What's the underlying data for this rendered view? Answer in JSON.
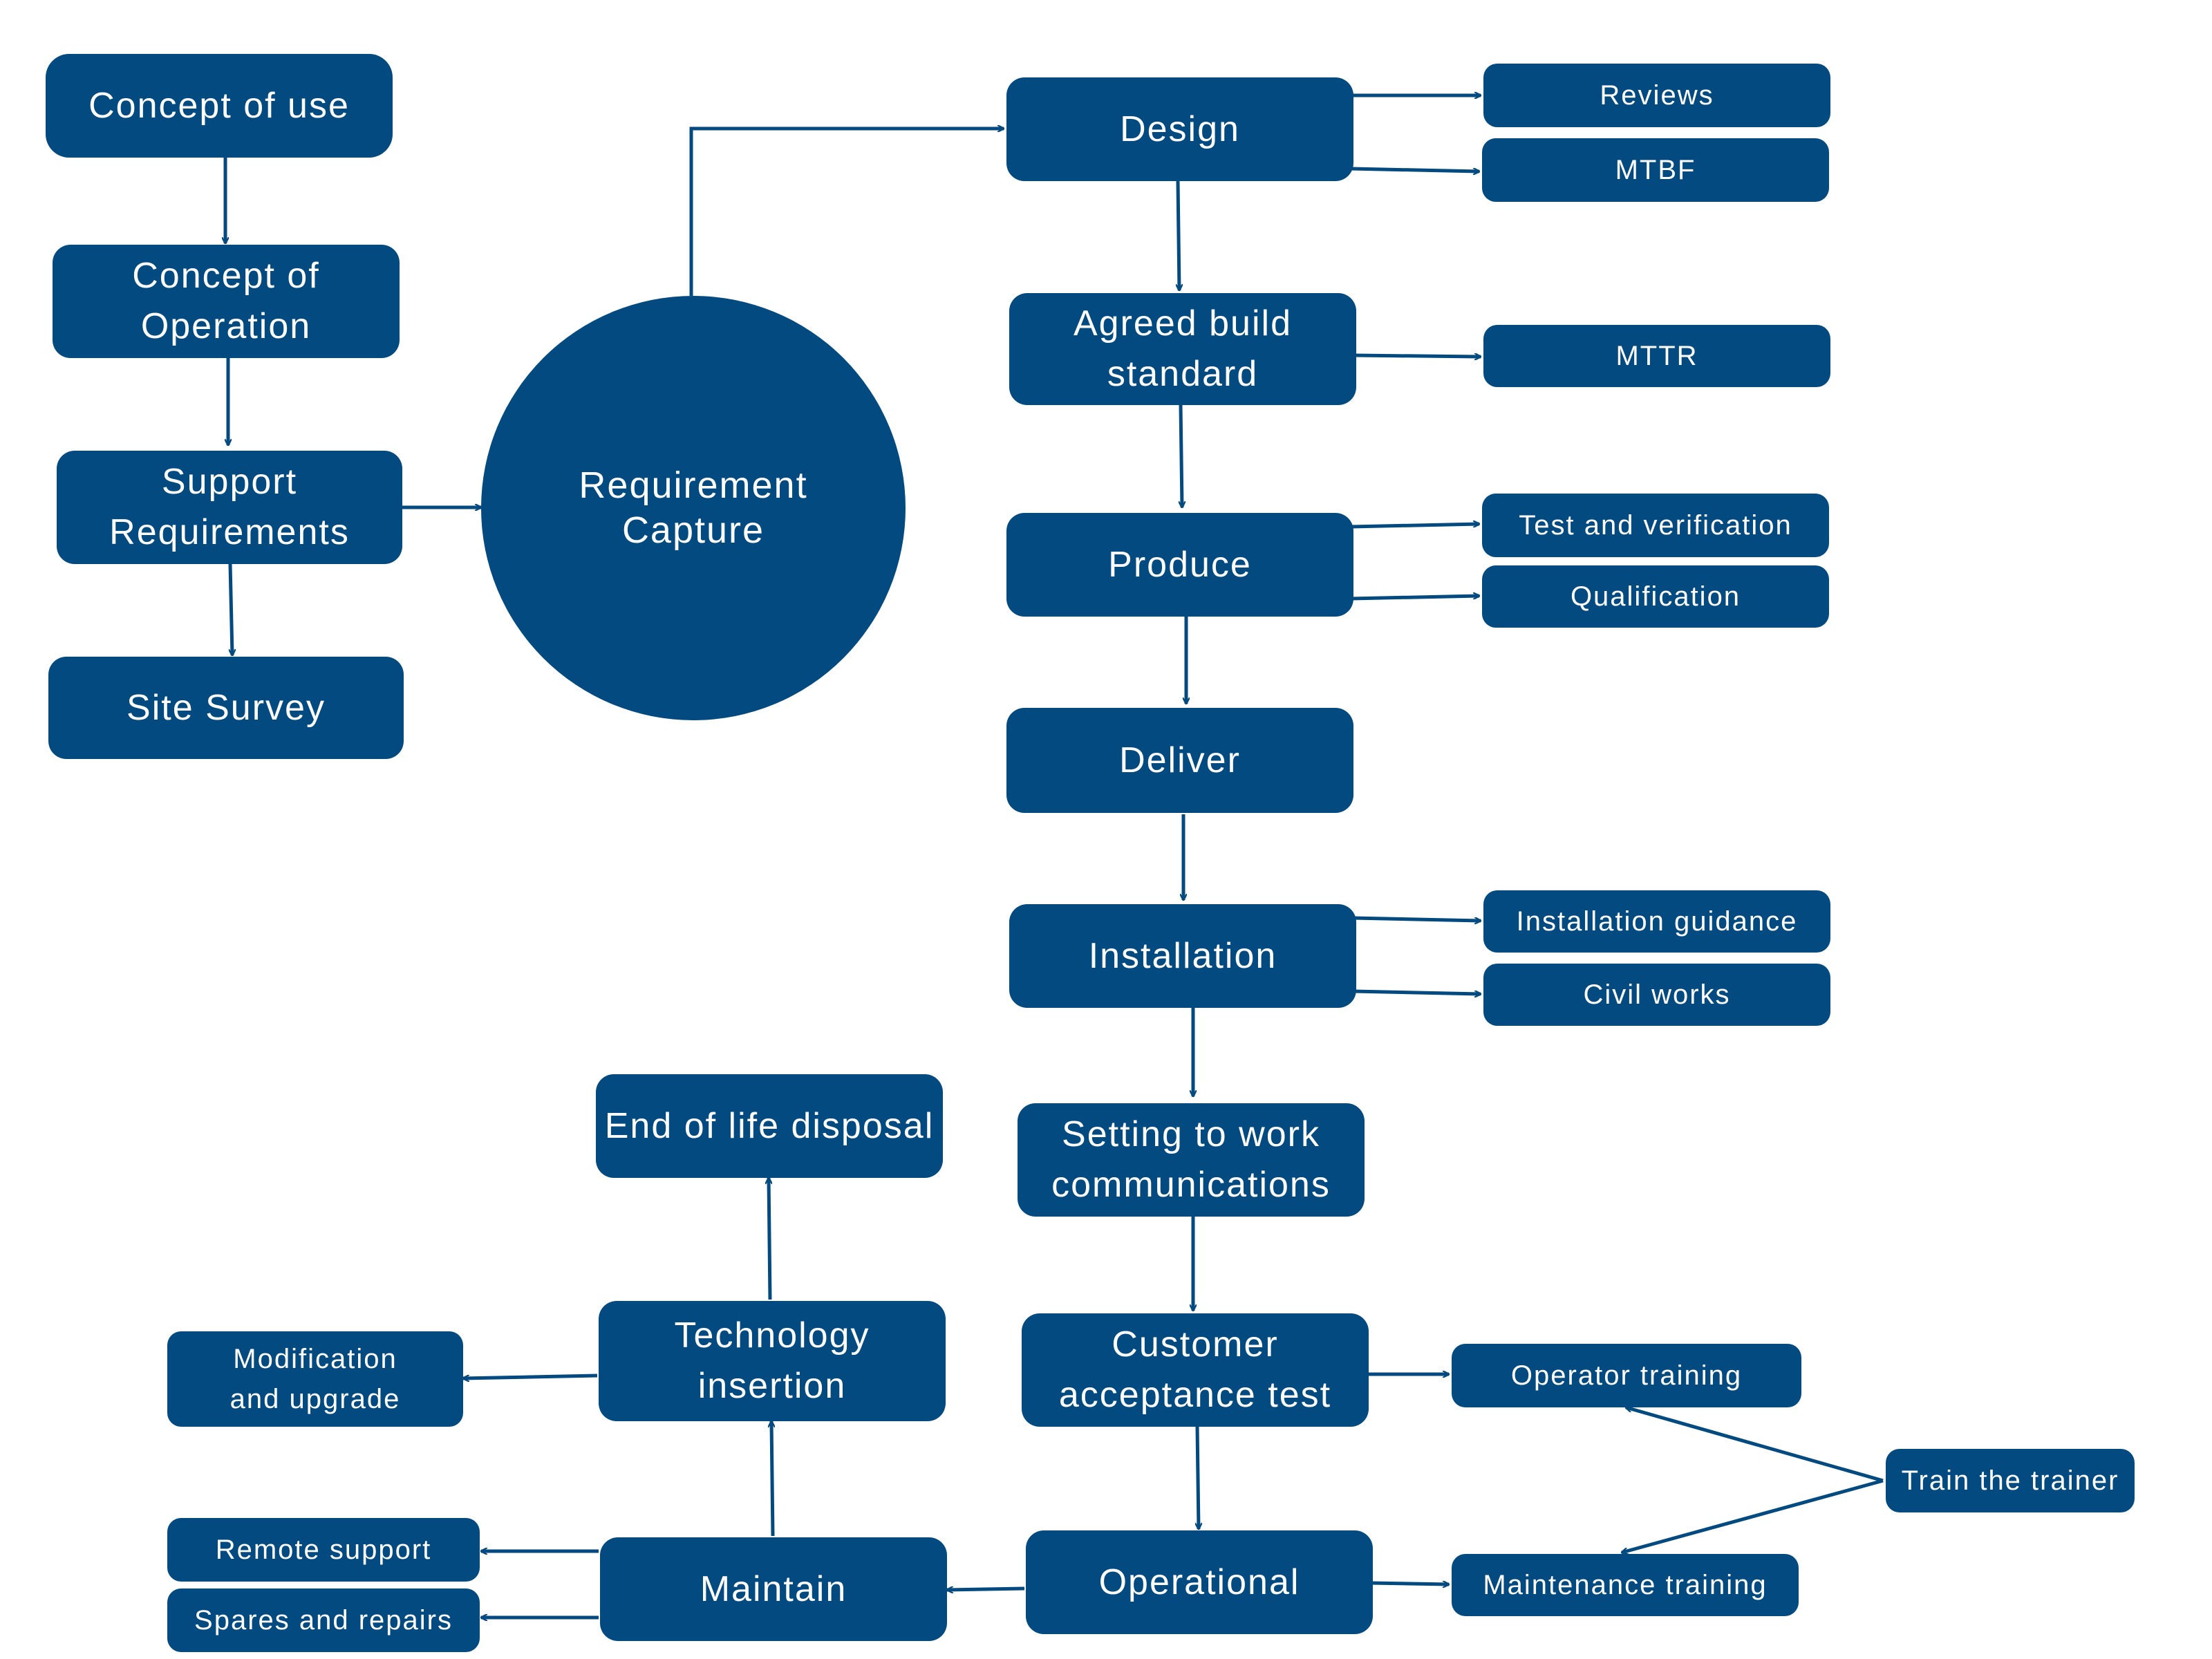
{
  "diagram": {
    "colors": {
      "node_fill": "#034a80",
      "node_text": "#ffffff",
      "edge": "#034a80",
      "background": "#ffffff"
    },
    "nodes": [
      {
        "id": "concept-of-use",
        "label": "Concept of use"
      },
      {
        "id": "concept-of-operation",
        "label": "Concept of\nOperation"
      },
      {
        "id": "support-requirements",
        "label": "Support\nRequirements"
      },
      {
        "id": "site-survey",
        "label": "Site Survey"
      },
      {
        "id": "requirement-capture",
        "label": "Requirement\nCapture"
      },
      {
        "id": "design",
        "label": "Design"
      },
      {
        "id": "reviews",
        "label": "Reviews"
      },
      {
        "id": "mtbf",
        "label": "MTBF"
      },
      {
        "id": "agreed-build-standard",
        "label": "Agreed build\nstandard"
      },
      {
        "id": "mttr",
        "label": "MTTR"
      },
      {
        "id": "produce",
        "label": "Produce"
      },
      {
        "id": "test-and-verification",
        "label": "Test and verification"
      },
      {
        "id": "qualification",
        "label": "Qualification"
      },
      {
        "id": "deliver",
        "label": "Deliver"
      },
      {
        "id": "installation",
        "label": "Installation"
      },
      {
        "id": "installation-guidance",
        "label": "Installation guidance"
      },
      {
        "id": "civil-works",
        "label": "Civil works"
      },
      {
        "id": "setting-to-work",
        "label": "Setting to work\ncommunications"
      },
      {
        "id": "customer-acceptance-test",
        "label": "Customer\nacceptance test"
      },
      {
        "id": "operator-training",
        "label": "Operator training"
      },
      {
        "id": "train-the-trainer",
        "label": "Train the trainer"
      },
      {
        "id": "maintenance-training",
        "label": "Maintenance training"
      },
      {
        "id": "operational",
        "label": "Operational"
      },
      {
        "id": "maintain",
        "label": "Maintain"
      },
      {
        "id": "remote-support",
        "label": "Remote support"
      },
      {
        "id": "spares-and-repairs",
        "label": "Spares and repairs"
      },
      {
        "id": "technology-insertion",
        "label": "Technology\ninsertion"
      },
      {
        "id": "modification-and-upgrade",
        "label": "Modification\nand upgrade"
      },
      {
        "id": "end-of-life-disposal",
        "label": "End of life disposal"
      }
    ],
    "edges": [
      {
        "from": "concept-of-use",
        "to": "concept-of-operation"
      },
      {
        "from": "concept-of-operation",
        "to": "support-requirements"
      },
      {
        "from": "support-requirements",
        "to": "site-survey"
      },
      {
        "from": "support-requirements",
        "to": "requirement-capture"
      },
      {
        "from": "requirement-capture",
        "to": "design"
      },
      {
        "from": "design",
        "to": "reviews"
      },
      {
        "from": "design",
        "to": "mtbf"
      },
      {
        "from": "design",
        "to": "agreed-build-standard"
      },
      {
        "from": "agreed-build-standard",
        "to": "mttr"
      },
      {
        "from": "agreed-build-standard",
        "to": "produce"
      },
      {
        "from": "produce",
        "to": "test-and-verification"
      },
      {
        "from": "produce",
        "to": "qualification"
      },
      {
        "from": "produce",
        "to": "deliver"
      },
      {
        "from": "deliver",
        "to": "installation"
      },
      {
        "from": "installation",
        "to": "installation-guidance"
      },
      {
        "from": "installation",
        "to": "civil-works"
      },
      {
        "from": "installation",
        "to": "setting-to-work"
      },
      {
        "from": "setting-to-work",
        "to": "customer-acceptance-test"
      },
      {
        "from": "customer-acceptance-test",
        "to": "operator-training"
      },
      {
        "from": "customer-acceptance-test",
        "to": "operational"
      },
      {
        "from": "train-the-trainer",
        "to": "operator-training"
      },
      {
        "from": "train-the-trainer",
        "to": "maintenance-training"
      },
      {
        "from": "operational",
        "to": "maintenance-training"
      },
      {
        "from": "operational",
        "to": "maintain"
      },
      {
        "from": "maintain",
        "to": "remote-support"
      },
      {
        "from": "maintain",
        "to": "spares-and-repairs"
      },
      {
        "from": "maintain",
        "to": "technology-insertion"
      },
      {
        "from": "technology-insertion",
        "to": "modification-and-upgrade"
      },
      {
        "from": "technology-insertion",
        "to": "end-of-life-disposal"
      }
    ]
  }
}
